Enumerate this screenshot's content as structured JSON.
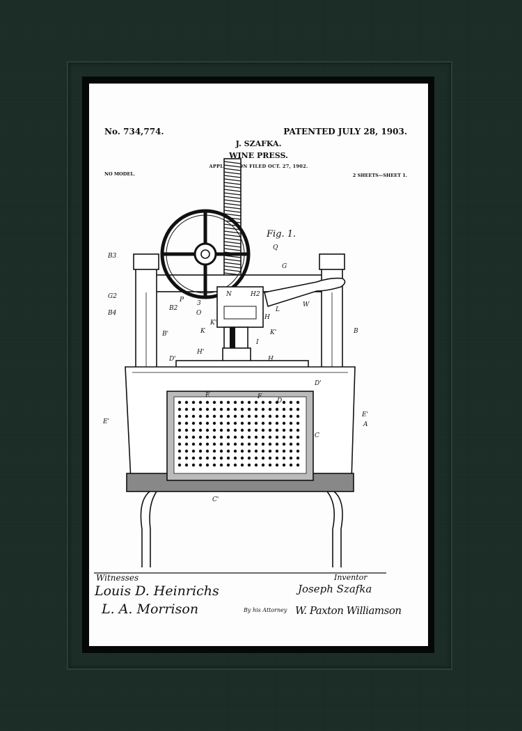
{
  "patent": {
    "number": "No. 734,774.",
    "date": "PATENTED JULY 28, 1903.",
    "inventor_name": "J. SZAFKA.",
    "title": "WINE PRESS.",
    "application": "APPLICATION FILED OCT. 27, 1902.",
    "model": "NO MODEL.",
    "sheets": "2 SHEETS—SHEET 1."
  },
  "figure": {
    "label": "Fig. 1.",
    "reference_letters": [
      "B3",
      "G2",
      "B2",
      "B4",
      "Q",
      "G",
      "P",
      "3",
      "O",
      "N",
      "H2",
      "H",
      "W",
      "L",
      "K",
      "K'",
      "K'",
      "I",
      "B'",
      "B",
      "H'",
      "H",
      "D'",
      "D'",
      "E",
      "F",
      "D",
      "E'",
      "E'",
      "A",
      "C",
      "C'"
    ]
  },
  "signatures": {
    "witnesses_label": "Witnesses",
    "witness_1": "Louis D. Heinrichs",
    "witness_2": "L. A. Morrison",
    "inventor_label": "Inventor",
    "inventor": "Joseph Szafka",
    "attorney_label": "By his Attorney",
    "attorney": "W. Paxton Williamson"
  },
  "colors": {
    "frame": "#1b2c26",
    "paper": "#fdfdfd",
    "ink": "#111111"
  }
}
